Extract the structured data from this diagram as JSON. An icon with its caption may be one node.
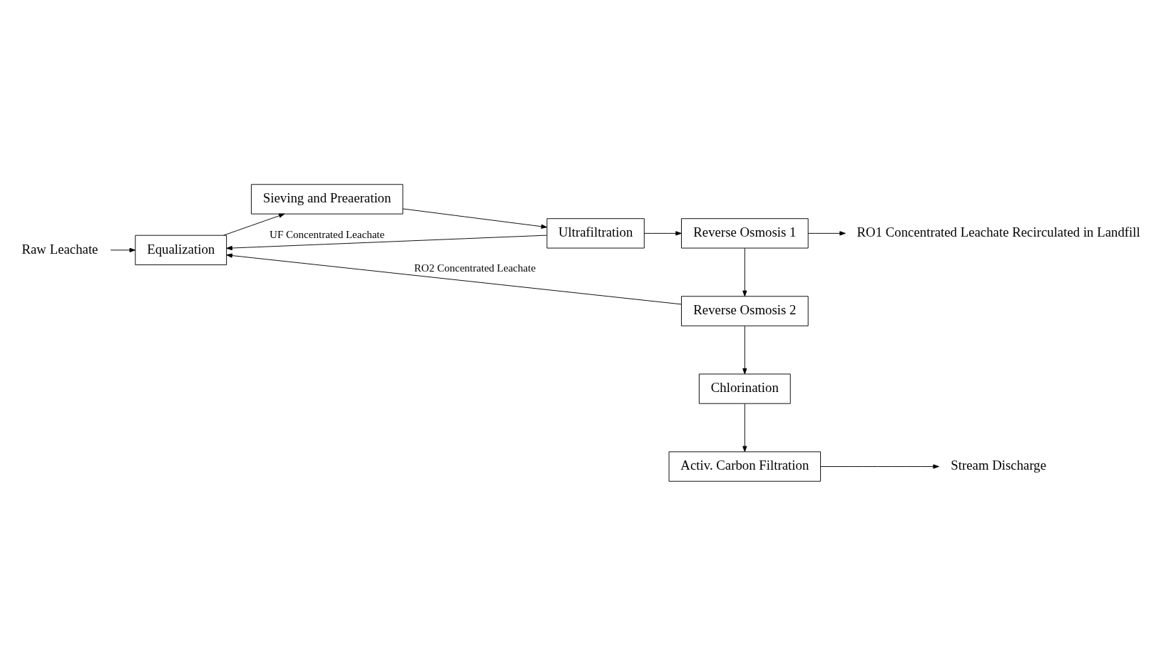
{
  "diagram": {
    "nodes": [
      {
        "text": [
          "Raw Leachate"
        ]
      },
      {
        "text": [
          "Equalization"
        ]
      },
      {
        "text": [
          "Sieving and Preaeration"
        ]
      },
      {
        "text": [
          "Ultrafiltration"
        ]
      },
      {
        "text": [
          "Reverse Osmosis 1"
        ]
      },
      {
        "text": [
          "RO1 Concentrated Leachate Recirculated in Landfill"
        ]
      },
      {
        "text": [
          "Reverse Osmosis 2"
        ]
      },
      {
        "text": [
          "Chlorination"
        ]
      },
      {
        "text": [
          "Activ. Carbon Filtration"
        ]
      },
      {
        "text": [
          "Stream Discharge"
        ]
      }
    ],
    "edges": [
      {
        "from": 0,
        "to": 1,
        "arrow": "to"
      },
      {
        "from": 1,
        "to": 2,
        "arrow": "to"
      },
      {
        "from": 2,
        "to": 3,
        "arrow": "to"
      },
      {
        "from": 3,
        "to": 4,
        "arrow": "to"
      },
      {
        "from": 3,
        "to": 1,
        "arrow": "to",
        "label": "UF Concentrated Leachate"
      },
      {
        "from": 4,
        "to": 5,
        "arrow": "to"
      },
      {
        "from": 4,
        "to": 6,
        "arrow": "to"
      },
      {
        "from": 6,
        "to": 1,
        "arrow": "to",
        "label": "RO2 Concentrated Leachate"
      },
      {
        "from": 6,
        "to": 7,
        "arrow": "to"
      },
      {
        "from": 7,
        "to": 8,
        "arrow": "to"
      },
      {
        "from": 8,
        "to": 9,
        "arrow": "to"
      }
    ]
  }
}
